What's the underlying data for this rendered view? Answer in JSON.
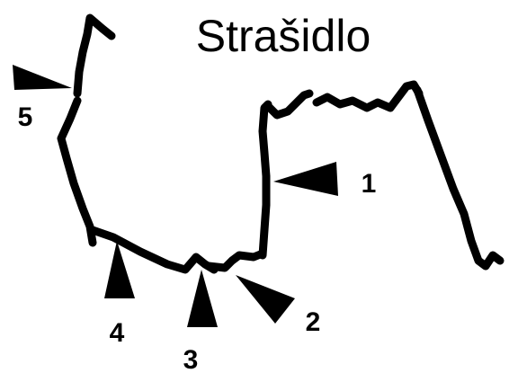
{
  "title": "Strašidlo",
  "markers": [
    {
      "id": "1",
      "label": "1"
    },
    {
      "id": "2",
      "label": "2"
    },
    {
      "id": "3",
      "label": "3"
    },
    {
      "id": "4",
      "label": "4"
    },
    {
      "id": "5",
      "label": "5"
    }
  ],
  "colors": {
    "ink": "#000000",
    "background": "#ffffff"
  }
}
